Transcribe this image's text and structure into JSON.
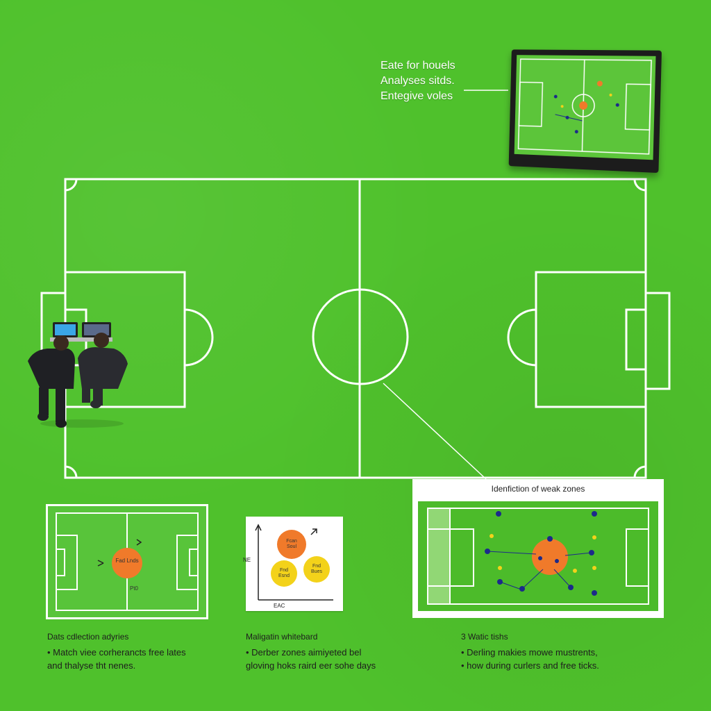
{
  "callout": {
    "line1": "Eate for houels",
    "line2": "Analyses sitds.",
    "line3": "Entegive voles"
  },
  "panels": {
    "left": {
      "ball_label": "Fad Lnds",
      "side_label": "Pt0"
    },
    "whiteboard": {
      "y_label": "NE",
      "x_label": "EAC",
      "circles": [
        {
          "label": "Fcan Soul",
          "color": "#f07a2a"
        },
        {
          "label": "Fnd Esnd",
          "color": "#f3d21a"
        },
        {
          "label": "Fnd Bues",
          "color": "#f3d21a"
        }
      ]
    },
    "right": {
      "title": "Idenfiction of weak zones"
    }
  },
  "captions": {
    "c1": {
      "heading": "Dats cdlection adyries",
      "line1": "• Match viee corherancts free lates",
      "line2": "and thalyse tht nenes."
    },
    "c2": {
      "heading": "Maligatin whitebard",
      "line1": "• Derber zones aimiyeted bel",
      "line2": "gloving hoks raird eer sohe days"
    },
    "c3": {
      "heading": "3 Watic tishs",
      "line1": "• Derling makies mowe mustrents,",
      "line2": "• how during curlers and free ticks."
    }
  },
  "colors": {
    "grass": "#4fc12c",
    "line": "#ffffff",
    "orange": "#f07a2a",
    "yellow": "#f3d21a",
    "player_blue": "#1c2a8a"
  }
}
